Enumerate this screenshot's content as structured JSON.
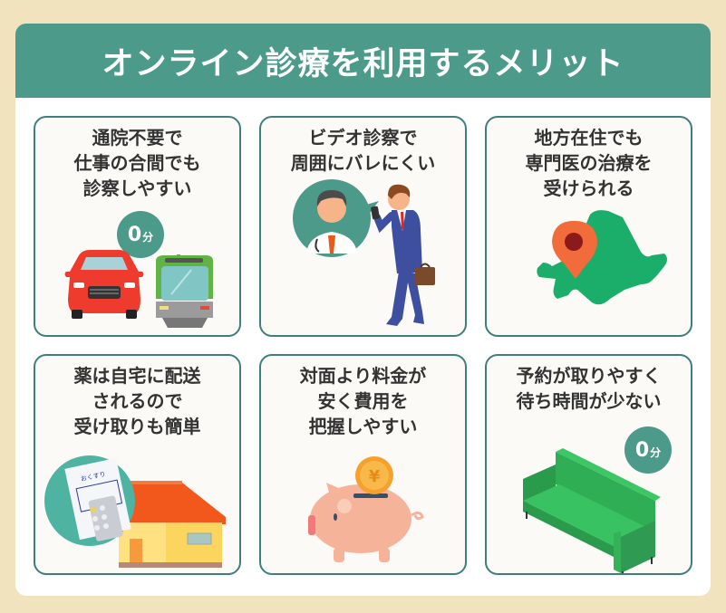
{
  "header": {
    "title": "オンライン診療を利用するメリット"
  },
  "colors": {
    "background": "#F2E3BF",
    "header": "#4C9A8A",
    "card_border": "#3E7F7D",
    "badge": "#4C9A8A"
  },
  "cards": [
    {
      "title": "通院不要で\n仕事の合間でも\n診察しやすい",
      "badge": {
        "num": "0",
        "unit": "分"
      },
      "icons": [
        "car-icon",
        "train-icon"
      ]
    },
    {
      "title": "ビデオ診察で\n周囲にバレにくい",
      "icons": [
        "doctor-icon",
        "businessman-with-phone-icon"
      ]
    },
    {
      "title": "地方在住でも\n専門医の治療を\n受けられる",
      "icons": [
        "map-pin-icon",
        "hokkaido-map-icon"
      ]
    },
    {
      "title": "薬は自宅に配送\nされるので\n受け取りも簡単",
      "icons": [
        "prescription-icon",
        "house-icon"
      ],
      "prescription_label": "おくすり"
    },
    {
      "title": "対面より料金が\n安く費用を\n把握しやすい",
      "icons": [
        "yen-coin-icon",
        "piggy-bank-icon"
      ],
      "coin_symbol": "¥"
    },
    {
      "title": "予約が取りやすく\n待ち時間が少ない",
      "badge": {
        "num": "0",
        "unit": "分"
      },
      "icons": [
        "sofa-icon"
      ]
    }
  ]
}
